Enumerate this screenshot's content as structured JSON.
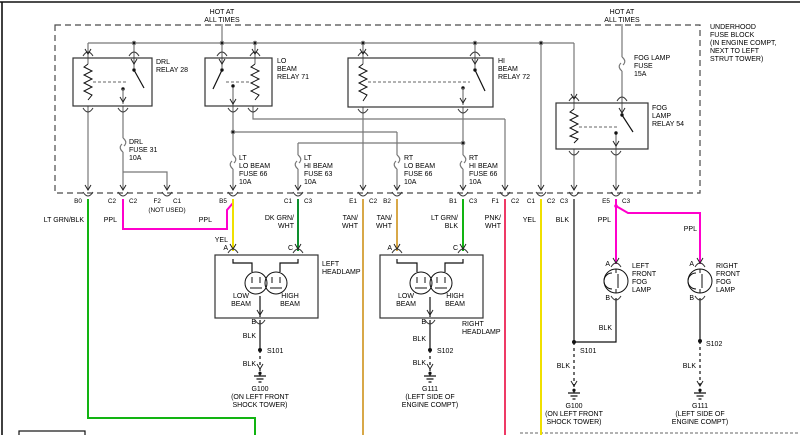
{
  "colors": {
    "wire_gray": "#777777",
    "lt_grn_blk": "#12b412",
    "dk_grn_wht": "#0e8f2e",
    "ppl": "#ff00cc",
    "yel": "#f0e000",
    "tan_wht": "#d8a848",
    "pnk_wht": "#ee3a66",
    "blk": "#000000"
  },
  "power": {
    "hot1": "HOT AT",
    "hot2": "ALL TIMES"
  },
  "note": [
    "UNDERHOOD",
    "FUSE BLOCK",
    "(IN ENGINE COMPT,",
    "NEXT TO LEFT",
    "STRUT TOWER)"
  ],
  "relays": {
    "drl": [
      "DRL",
      "RELAY 28"
    ],
    "lo": [
      "LO",
      "BEAM",
      "RELAY 71"
    ],
    "hi": [
      "HI",
      "BEAM",
      "RELAY 72"
    ],
    "fog": [
      "FOG",
      "LAMP",
      "RELAY 54"
    ]
  },
  "fuses": {
    "drl": [
      "DRL",
      "FUSE 31",
      "10A"
    ],
    "fog": [
      "FOG LAMP",
      "FUSE",
      "15A"
    ],
    "lt_lo": [
      "LT",
      "LO BEAM",
      "FUSE 66",
      "10A"
    ],
    "lt_hi": [
      "LT",
      "HI BEAM",
      "FUSE 63",
      "10A"
    ],
    "rt_lo": [
      "RT",
      "LO BEAM",
      "FUSE 66",
      "10A"
    ],
    "rt_hi": [
      "RT",
      "HI BEAM",
      "FUSE 66",
      "10A"
    ]
  },
  "pins": {
    "b0": "B0",
    "c2l": "C2",
    "c2r": "C2",
    "f2": "F2",
    "c1a": "C1",
    "not_used": "(NOT USED)",
    "b5": "B5",
    "c1b": "C1",
    "c3a": "C3",
    "e1": "E1",
    "c2b": "C2",
    "b2": "B2",
    "b1": "B1",
    "c3b": "C3",
    "f1": "F1",
    "c2c": "C2",
    "c1c": "C1",
    "c2d": "C2",
    "c3c": "C3",
    "e5": "E5",
    "c3d": "C3"
  },
  "wires": {
    "ltgrnblk": "LT GRN/BLK",
    "ppl": "PPL",
    "yel": "YEL",
    "dkgrn1": "DK GRN/",
    "dkgrn2": "WHT",
    "tan1": "TAN/",
    "tan2": "WHT",
    "ltgrn1": "LT GRN/",
    "ltgrn2": "BLK",
    "pnk1": "PNK/",
    "pnk2": "WHT",
    "blk": "BLK"
  },
  "lamps": {
    "a": "A",
    "b": "B",
    "c": "C",
    "low1": "LOW",
    "low2": "BEAM",
    "high1": "HIGH",
    "high2": "BEAM",
    "left_hl": [
      "LEFT",
      "HEADLAMP"
    ],
    "right_hl": [
      "RIGHT",
      "HEADLAMP"
    ],
    "left_fog": [
      "LEFT",
      "FRONT",
      "FOG",
      "LAMP"
    ],
    "right_fog": [
      "RIGHT",
      "FRONT",
      "FOG",
      "LAMP"
    ]
  },
  "grounds": {
    "g100": [
      "G100",
      "(ON LEFT FRONT",
      "SHOCK TOWER)"
    ],
    "g111": [
      "G111",
      "(LEFT SIDE OF",
      "ENGINE COMPT)"
    ]
  },
  "splices": {
    "s101": "S101",
    "s102": "S102"
  }
}
